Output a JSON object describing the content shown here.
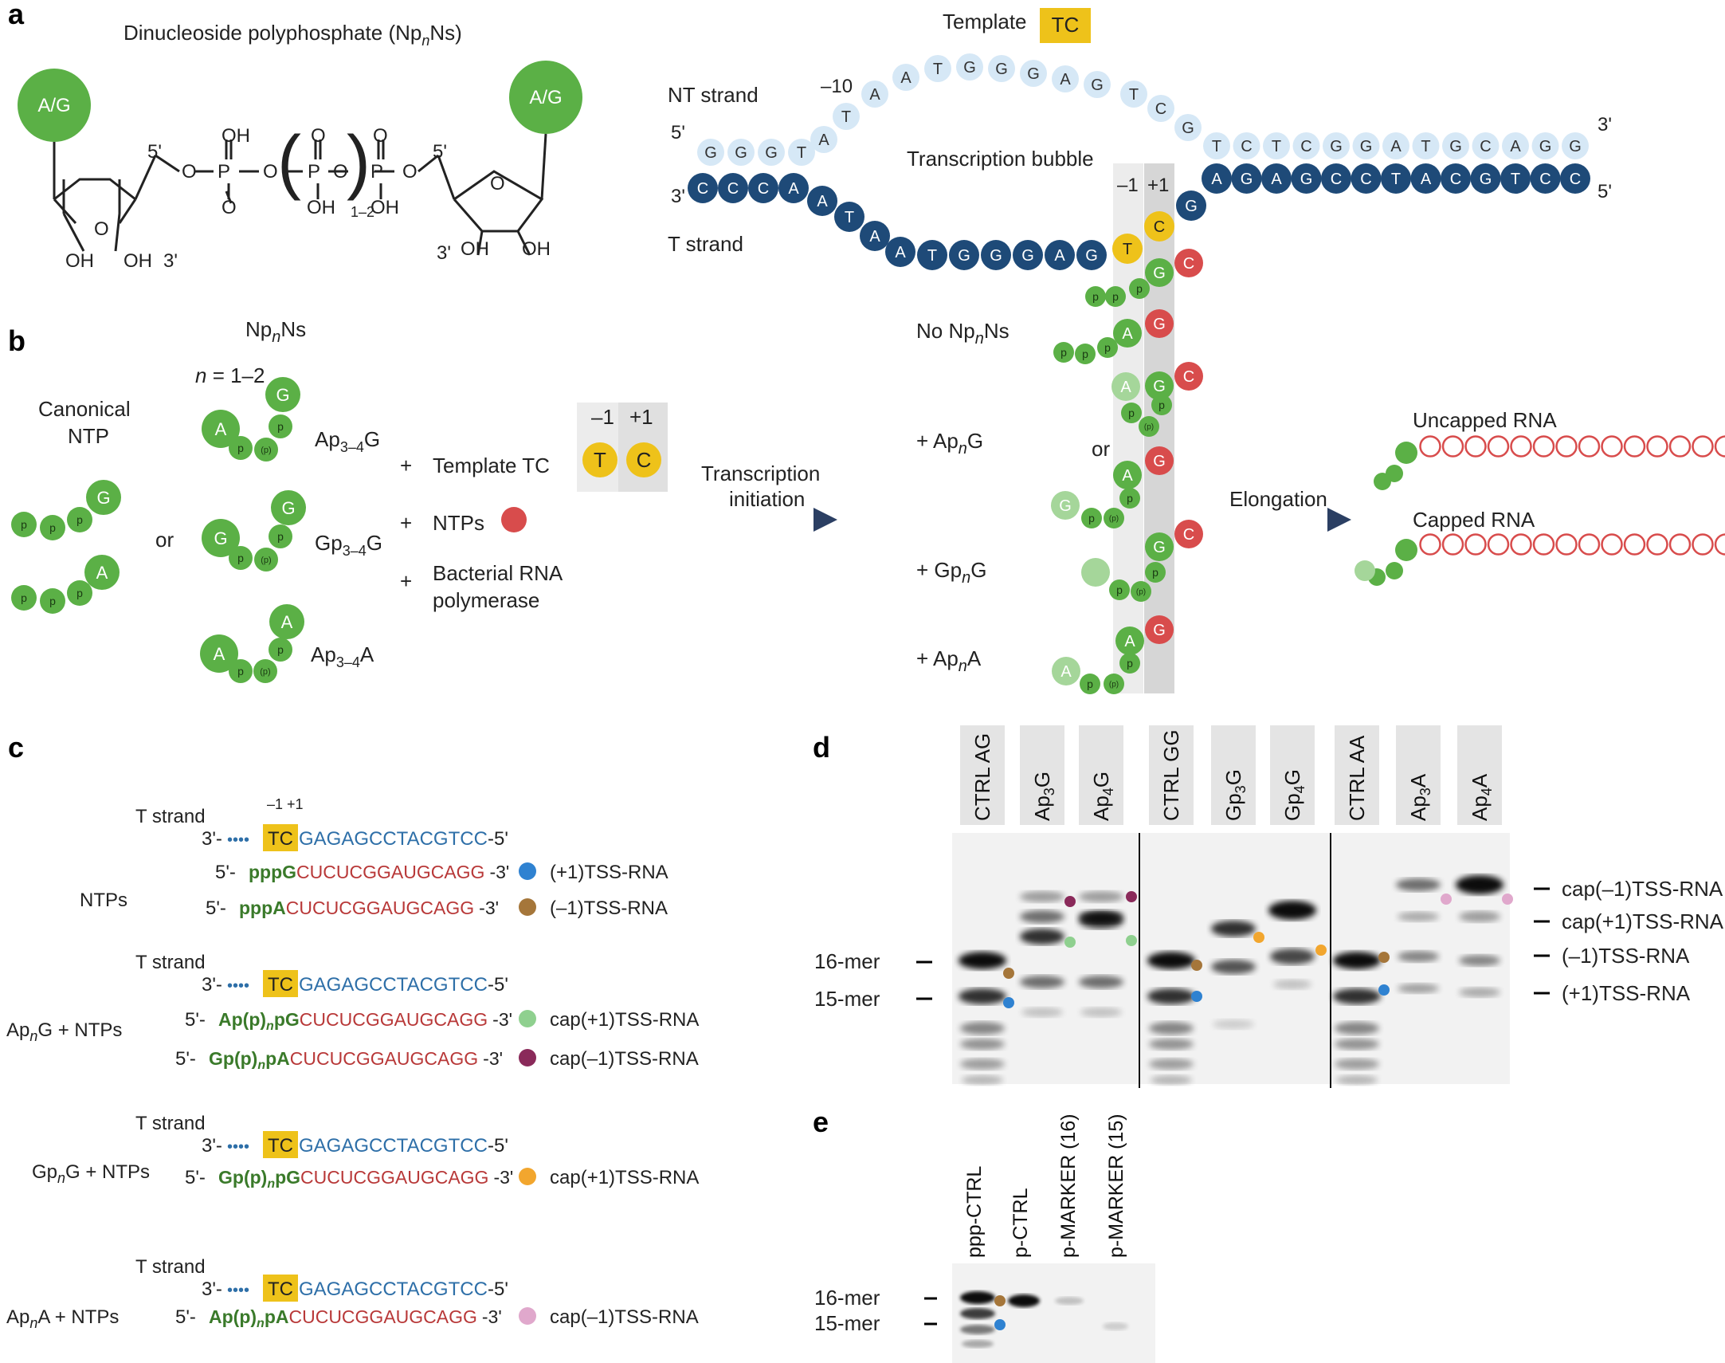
{
  "panel_labels": {
    "a": "a",
    "b": "b",
    "c": "c",
    "d": "d",
    "e": "e"
  },
  "a": {
    "title": "Dinucleoside polyphosphate (Np",
    "title_n": "n",
    "title_end": "Ns)",
    "ag": "A/G",
    "five1": "5'",
    "five2": "5'",
    "three1": "3'",
    "three2": "3'",
    "oh": "OH",
    "o": "O",
    "p": "P",
    "sub": "1–2",
    "template": "Template",
    "tc": "TC",
    "nt_strand": "NT strand",
    "t_strand": "T strand",
    "bubble": "Transcription bubble",
    "five_l": "5'",
    "three_l": "3'",
    "three_r": "3'",
    "five_r": "5'",
    "minus10": "–10",
    "m1": "–1",
    "p1": "+1",
    "nt_left": [
      "G",
      "G",
      "G",
      "T",
      "A",
      "T"
    ],
    "nt_loop": [
      "A",
      "A",
      "T",
      "G",
      "G",
      "G",
      "A",
      "G",
      "T",
      "C",
      "G"
    ],
    "nt_right": [
      "T",
      "C",
      "T",
      "C",
      "G",
      "G",
      "A",
      "T",
      "G",
      "C",
      "A",
      "G",
      "G"
    ],
    "t_left": [
      "C",
      "C",
      "C",
      "A",
      "A",
      "T",
      "A",
      "A",
      "T",
      "G",
      "G",
      "G",
      "A",
      "G"
    ],
    "t_right": [
      "A",
      "G",
      "A",
      "G",
      "C",
      "C",
      "T",
      "A",
      "C",
      "G",
      "T",
      "C",
      "C"
    ],
    "t_minus1": "T",
    "t_plus1": "C",
    "t_g": "G"
  },
  "b": {
    "canonical": "Canonical",
    "ntp": "NTP",
    "or": "or",
    "npnns": "Np",
    "npnns_n": "n",
    "npnns_end": "Ns",
    "n_eq": "n",
    "n_range": " = 1–2",
    "ap34g": "Ap",
    "ap34g_sub": "3–4",
    "ap34g_end": "G",
    "gp34g": "Gp",
    "gp34g_sub": "3–4",
    "gp34g_end": "G",
    "ap34a": "Ap",
    "ap34a_sub": "3–4",
    "ap34a_end": "A",
    "plus": "+",
    "template_tc": "Template TC",
    "ntps": "NTPs",
    "bacterial1": "Bacterial RNA",
    "bacterial2": "polymerase",
    "m1": "–1",
    "p1": "+1",
    "t": "T",
    "c": "C",
    "initiation1": "Transcription",
    "initiation2": "initiation",
    "no_np": "No Np",
    "no_np_n": "n",
    "no_np_end": "Ns",
    "apng": "+ Ap",
    "apng_n": "n",
    "apng_end": "G",
    "gpng": "+ Gp",
    "gpng_n": "n",
    "gpng_end": "G",
    "apna": "+ Ap",
    "apna_n": "n",
    "apna_end": "A",
    "or2": "or",
    "elongation": "Elongation",
    "uncapped": "Uncapped RNA",
    "capped": "Capped RNA",
    "ball_p": "p",
    "ball_pn": "(p)",
    "ball_pn_n": "n",
    "G": "G",
    "A": "A",
    "C": "C"
  },
  "c": {
    "t_strand": "T strand",
    "m1p1": "–1 +1",
    "t_prefix": "3'-",
    "dots": "••••",
    "tc": "TC",
    "t_seq": "GAGAGCCTACGTCC",
    "t_end": "-5'",
    "r_prefix": "5'- ",
    "r_mid": "CUCUCGGAUGCAGG",
    "r_end": "-3'",
    "ntps": "NTPs",
    "row1_cap": "pppG",
    "row1_label": "(+1)TSS-RNA",
    "row2_cap": "pppA",
    "row2_label": "(–1)TSS-RNA",
    "apng": "Ap",
    "apng_n": "n",
    "apng_end": "G + NTPs",
    "row3_cap": "Ap(p)",
    "row3_cap_n": "n",
    "row3_cap_end": "pG",
    "row3_label": "cap(+1)TSS-RNA",
    "row4_cap": "Gp(p)",
    "row4_cap_n": "n",
    "row4_cap_end": "pA",
    "row4_label": "cap(–1)TSS-RNA",
    "gpng": "Gp",
    "gpng_n": "n",
    "gpng_end": "G + NTPs",
    "row5_cap": "Gp(p)",
    "row5_cap_n": "n",
    "row5_cap_end": "pG",
    "row5_label": "cap(+1)TSS-RNA",
    "apna": "Ap",
    "apna_n": "n",
    "apna_end": "A + NTPs",
    "row6_cap": "Ap(p)",
    "row6_cap_n": "n",
    "row6_cap_end": "pA",
    "row6_label": "cap(–1)TSS-RNA"
  },
  "d": {
    "lanes": [
      "CTRL AG",
      "Ap",
      "Ap",
      "CTRL GG",
      "Gp",
      "Gp",
      "CTRL AA",
      "Ap",
      "Ap"
    ],
    "lane_sub": [
      "",
      "3",
      "4",
      "",
      "3",
      "4",
      "",
      "3",
      "4"
    ],
    "lane_end": [
      "",
      "G",
      "G",
      "",
      "G",
      "G",
      "",
      "A",
      "A"
    ],
    "mer16": "16-mer",
    "mer15": "15-mer",
    "right_labels": [
      "cap(–1)TSS-RNA",
      "cap(+1)TSS-RNA",
      "(–1)TSS-RNA",
      "(+1)TSS-RNA"
    ]
  },
  "e": {
    "lanes": [
      "ppp-CTRL",
      "p-CTRL",
      "p-MARKER (16)",
      "p-MARKER (15)"
    ],
    "mer16": "16-mer",
    "mer15": "15-mer"
  },
  "colors": {
    "green": "#5bb046",
    "light_green": "#a5d69a",
    "red": "#d84c4c",
    "dark_blue": "#1e4a78",
    "light_blue": "#d6e8f6",
    "yellow": "#eec21a",
    "blue_dot": "#2f82d1",
    "brown_dot": "#a5763a",
    "lgreen_dot": "#8fd08f",
    "purple_dot": "#8a2a5a",
    "orange_dot": "#f2a62e",
    "pink_dot": "#e0a8cc",
    "seq_blue": "#2e6fa8",
    "seq_red": "#b83838",
    "seq_green": "#3a7a2a"
  }
}
